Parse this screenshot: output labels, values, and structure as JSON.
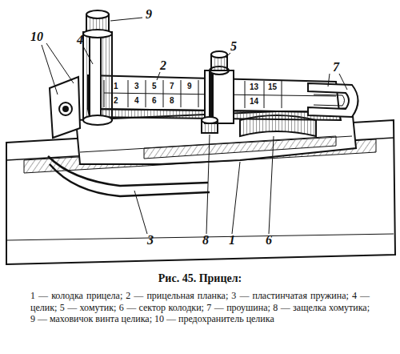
{
  "diagram": {
    "title": "Рис. 45. Прицел:",
    "caption": "1 — колодка прицела; 2 — прицельная планка; 3 — пластинчатая пружина; 4 — целик; 5 — хомутик; 6 — сектор колодки; 7 — проушина; 8 — защелка хомутика; 9 — маховичок винта целика; 10 — предохранитель целика",
    "labels": [
      "9",
      "10",
      "4",
      "2",
      "5",
      "7",
      "3",
      "8",
      "1",
      "6",
      "1",
      "3",
      "5",
      "7",
      "9",
      "13",
      "15",
      "2",
      "4",
      "6",
      "8",
      "14"
    ]
  }
}
